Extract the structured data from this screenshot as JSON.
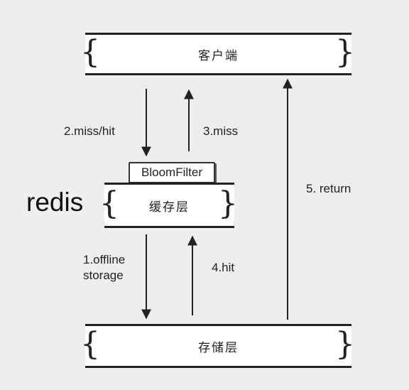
{
  "nodes": {
    "client": "客户端",
    "cache": "缓存层",
    "storage": "存储层",
    "bloom_filter": "BloomFilter",
    "redis": "redis"
  },
  "edges": {
    "miss_hit": "2.miss/hit",
    "miss": "3.miss",
    "offline_line1": "1.offline",
    "offline_line2": "storage",
    "hit": "4.hit",
    "return": "5. return"
  }
}
